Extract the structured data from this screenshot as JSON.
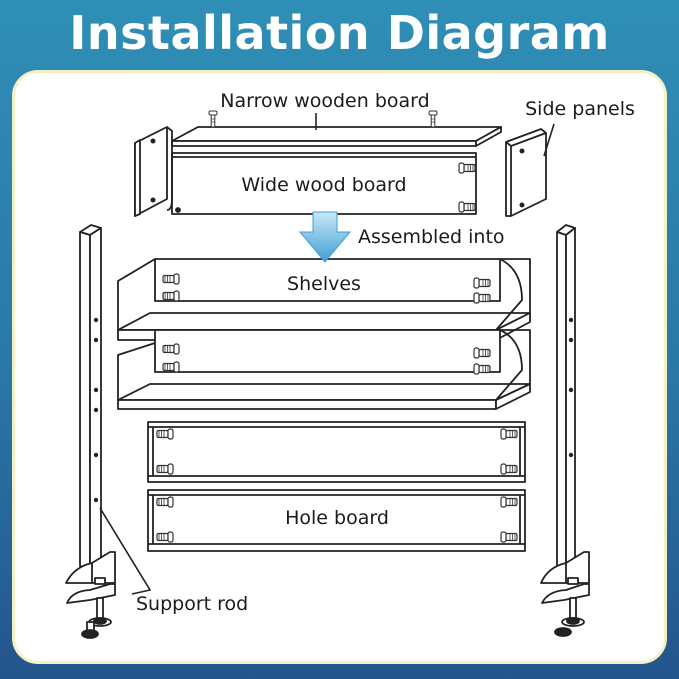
{
  "title": "Installation Diagram",
  "labels": {
    "narrow_board": "Narrow wooden board",
    "side_panels": "Side panels",
    "wide_board": "Wide wood board",
    "assembled_into": "Assembled into",
    "shelves": "Shelves",
    "hole_board": "Hole board",
    "support_rod": "Support rod"
  },
  "colors": {
    "background_top": "#2f8fb6",
    "background_bottom": "#23558c",
    "panel_border": "#f6efc6",
    "arrow": "#5aaedc"
  }
}
